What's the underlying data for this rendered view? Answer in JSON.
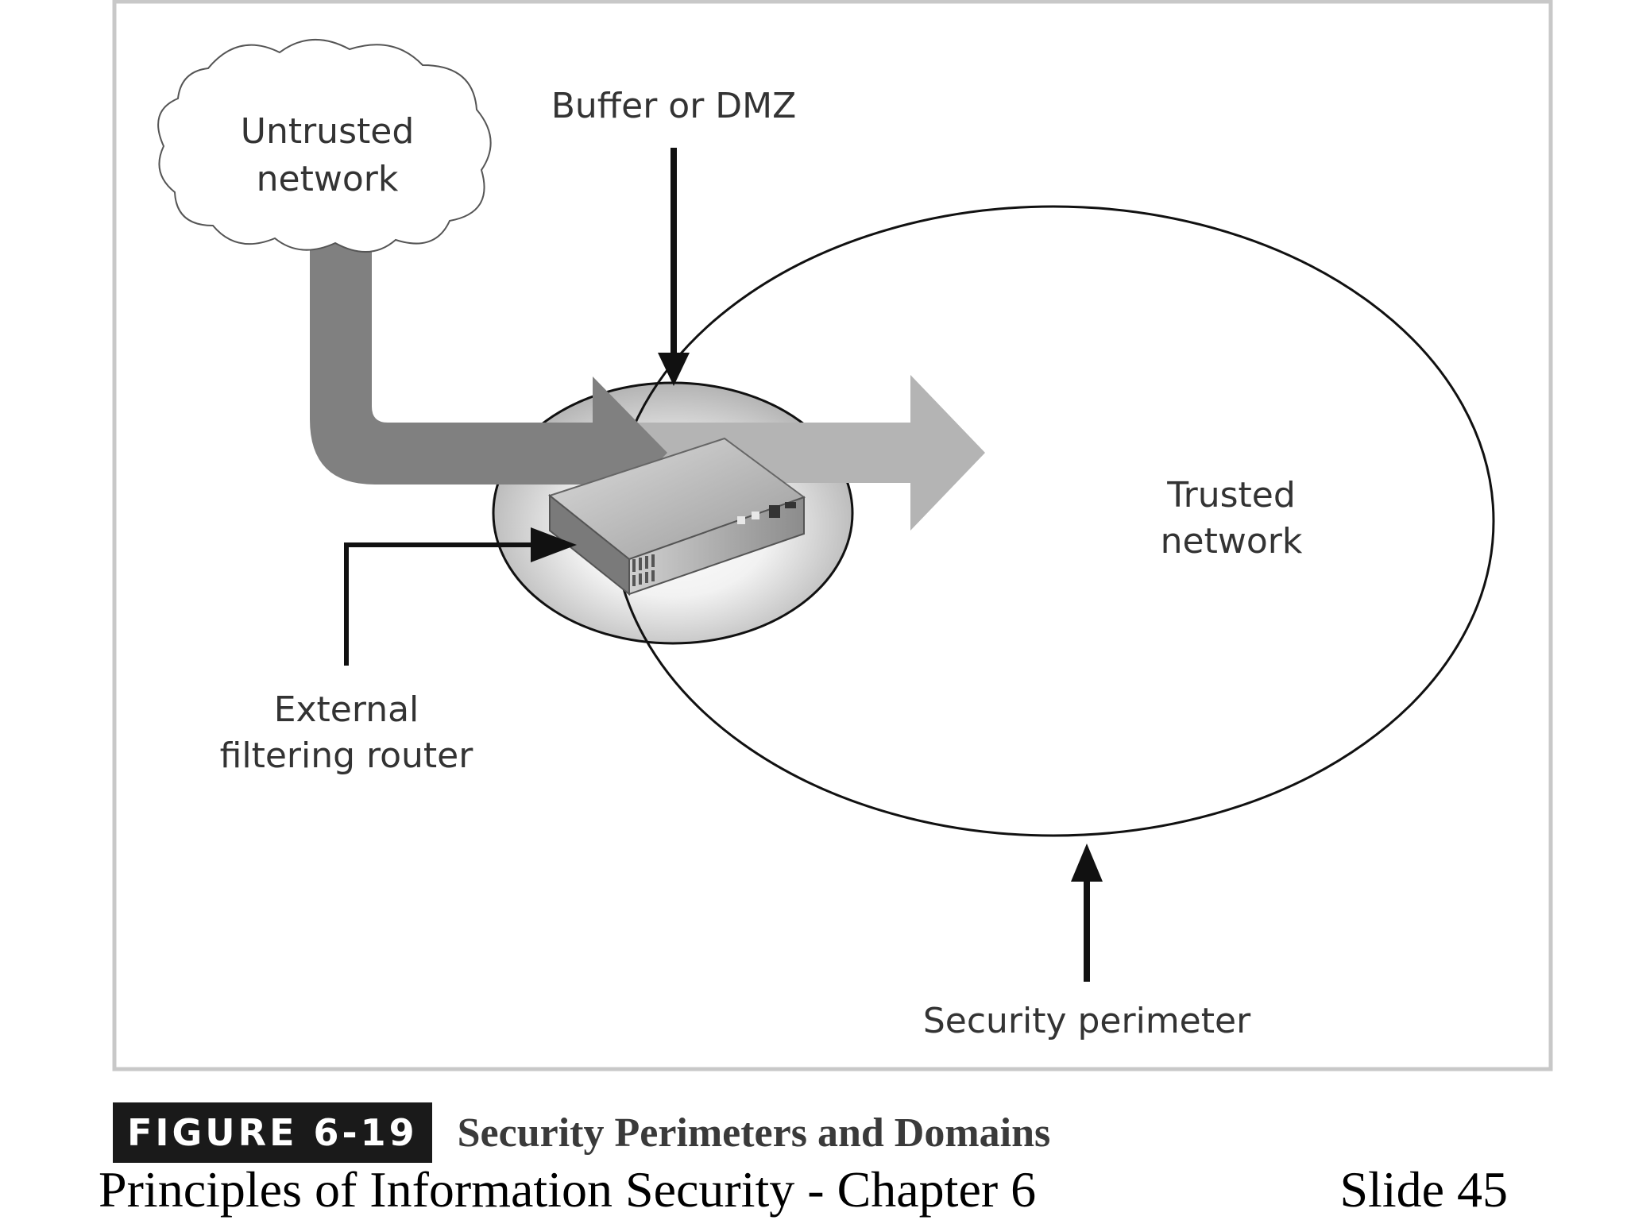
{
  "diagram": {
    "untrusted_line1": "Untrusted",
    "untrusted_line2": "network",
    "buffer_label": "Buffer or DMZ",
    "trusted_line1": "Trusted",
    "trusted_line2": "network",
    "router_line1": "External",
    "router_line2": "filtering router",
    "perimeter_label": "Security perimeter"
  },
  "caption": {
    "figure_label": "FIGURE 6-19",
    "figure_title": "Security Perimeters and Domains"
  },
  "footer": {
    "title": "Principles of Information Security - Chapter 6",
    "slide": "Slide 45"
  },
  "colors": {
    "frame": "#c8c8c8",
    "dark_arrow": "#808080",
    "light_arrow": "#b4b4b4",
    "line": "#111111"
  }
}
